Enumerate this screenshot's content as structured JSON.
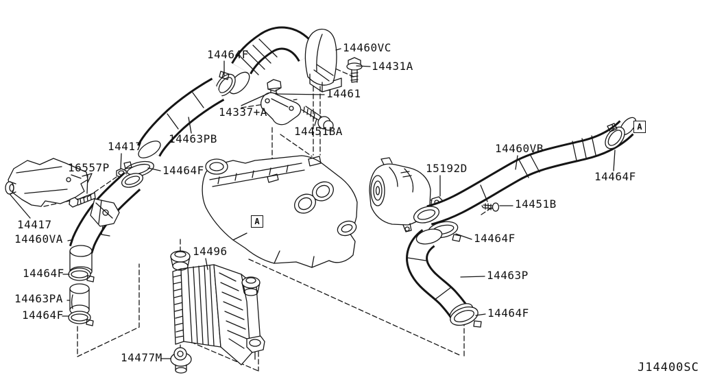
{
  "diagram": {
    "drawing_code": "J14400SC",
    "labels": [
      {
        "part": "14464F"
      },
      {
        "part": "14460VC"
      },
      {
        "part": "14431A"
      },
      {
        "part": "14461"
      },
      {
        "part": "14337+A"
      },
      {
        "part": "14451BA"
      },
      {
        "part": "14463PB"
      },
      {
        "part": "14417"
      },
      {
        "part": "16557P"
      },
      {
        "part": "14464F"
      },
      {
        "part": "14417"
      },
      {
        "part": "14460VA"
      },
      {
        "part": "14464F"
      },
      {
        "part": "14463PA"
      },
      {
        "part": "14464F"
      },
      {
        "part": "14496"
      },
      {
        "part": "14477M"
      },
      {
        "part": "15192D"
      },
      {
        "part": "14460VB"
      },
      {
        "part": "14451B"
      },
      {
        "part": "14464F"
      },
      {
        "part": "14464F"
      },
      {
        "part": "14463P"
      },
      {
        "part": "14464F"
      }
    ],
    "markers": [
      {
        "label": "A"
      },
      {
        "label": "A"
      }
    ],
    "line_color": "#151515"
  }
}
